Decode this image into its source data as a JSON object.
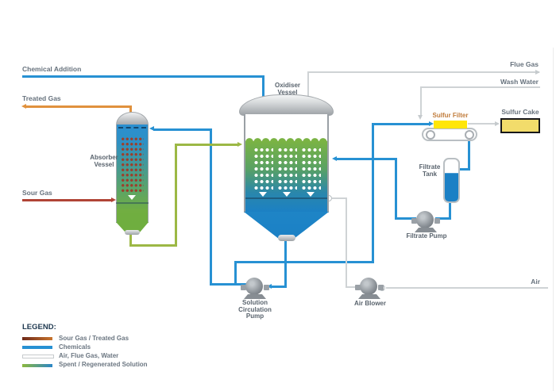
{
  "streams": {
    "chemical_addition": "Chemical Addition",
    "treated_gas": "Treated Gas",
    "sour_gas": "Sour Gas",
    "flue_gas": "Flue Gas",
    "wash_water": "Wash Water",
    "sulfur_cake": "Sulfur Cake",
    "air": "Air"
  },
  "equipment": {
    "absorber_vessel": "Absorber\nVessel",
    "oxidiser_vessel": "Oxidiser\nVessel",
    "sulfur_filter": "Sulfur Filter",
    "filtrate_tank": "Filtrate\nTank",
    "filtrate_pump": "Filtrate Pump",
    "solution_circulation_pump": "Solution\nCirculation\nPump",
    "air_blower": "Air Blower"
  },
  "legend": {
    "title": "LEGEND:",
    "items": [
      {
        "label": "Sour Gas / Treated Gas",
        "color_start": "#6e2a1a",
        "color_end": "#c8742d"
      },
      {
        "label": "Chemicals",
        "color_start": "#2791d3",
        "color_end": "#2791d3"
      },
      {
        "label": "Air, Flue Gas, Water",
        "color_start": "#ffffff",
        "color_end": "#ffffff"
      },
      {
        "label": "Spent / Regenerated Solution",
        "color_start": "#8cb83e",
        "color_end": "#2b86c8"
      }
    ]
  },
  "colors": {
    "chemicals_line": "#2791d3",
    "sour_treated_line": "#b04436",
    "treated_gas_line": "#e0913d",
    "solution_line": "#9cb845",
    "utility_line": "#cfd3d5",
    "sulfur_yellow": "#ffe60a",
    "cake_yellow": "#f2dc6b"
  }
}
